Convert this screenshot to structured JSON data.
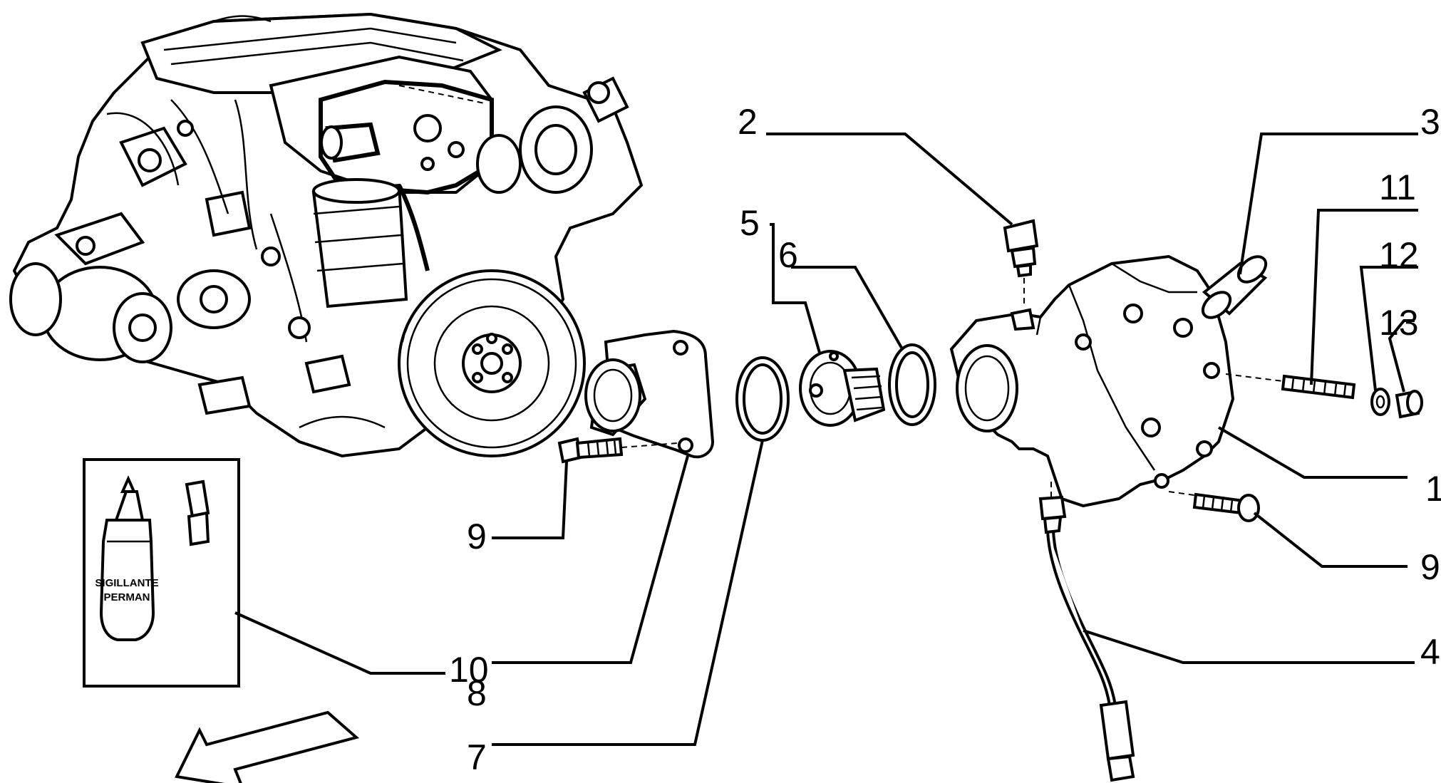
{
  "callouts": {
    "c1": "1",
    "c2": "2",
    "c3": "3",
    "c4": "4",
    "c5": "5",
    "c6": "6",
    "c7": "7",
    "c8": "8",
    "c9a": "9",
    "c9b": "9",
    "c10": "10",
    "c11": "11",
    "c12": "12",
    "c13": "13"
  },
  "sealant_bottle": {
    "label_line1": "SIGILLANTE",
    "label_line2": "PERMAN"
  }
}
